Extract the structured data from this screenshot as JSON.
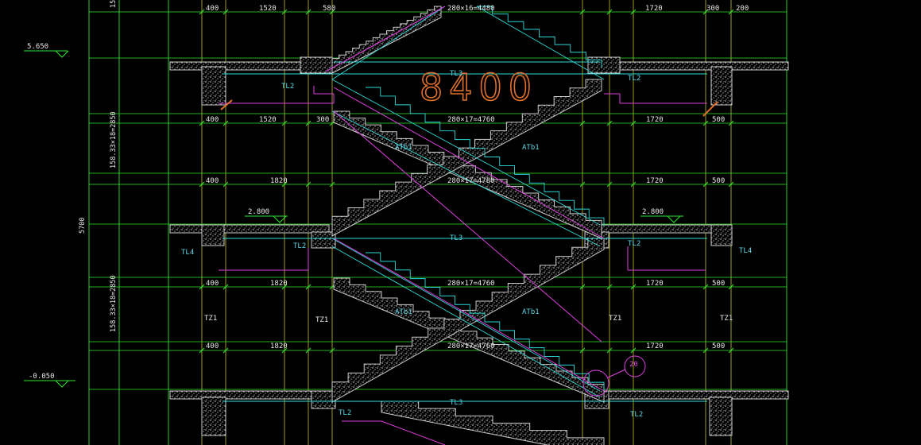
{
  "colors": {
    "background": "#000000",
    "dimension": "#2ee82e",
    "structure": "#cccccc",
    "axis": "#e6e62a",
    "reinforcement": "#e040e0",
    "beam": "#2ed8d8",
    "label": "#5ad7e6",
    "title": "#e0702a"
  },
  "drawing": {
    "title_number": "8400",
    "elevations": [
      {
        "id": "top",
        "value": "5.650"
      },
      {
        "id": "mid",
        "value": "2.800"
      },
      {
        "id": "mid_right",
        "value": "2.800"
      },
      {
        "id": "ground",
        "value": "-0.050"
      }
    ],
    "vertical_dims": {
      "total": "5700",
      "lower_flight": "158.33×18=2850",
      "upper_flight": "158.33×18=2850",
      "top_partial": "15"
    },
    "dim_rows": [
      {
        "id": "r0",
        "a": "400",
        "b": "1520",
        "c": "580",
        "d": "280×16=4480",
        "e": "1720",
        "f": "300",
        "g": "200"
      },
      {
        "id": "r1",
        "a": "400",
        "b": "1520",
        "c": "300",
        "d": "280×17=4760",
        "e": "1720",
        "f": "500"
      },
      {
        "id": "r2",
        "a": "400",
        "b": "1820",
        "d": "280×17=4760",
        "e": "1720",
        "f": "500"
      },
      {
        "id": "r3",
        "a": "400",
        "b": "1820",
        "d": "280×17=4760",
        "e": "1720",
        "f": "500"
      },
      {
        "id": "r4",
        "a": "400",
        "b": "1820",
        "d": "280×17=4760",
        "e": "1720",
        "f": "500"
      }
    ],
    "labels": {
      "tl3_top": "TL3",
      "tl2_top_left": "TL2",
      "tl2_top_right": "TL2",
      "atb1_upper_left": "ATb1",
      "atb1_upper_right": "ATb1",
      "tl3_mid": "TL3",
      "tl2_mid_left": "TL2",
      "tl2_mid_right": "TL2",
      "tl4_left": "TL4",
      "tl4_right": "TL4",
      "atb1_lower_left": "ATb1",
      "atb1_lower_right": "ATb1",
      "tz1_a": "TZ1",
      "tz1_b": "TZ1",
      "tz1_c": "TZ1",
      "tz1_d": "TZ1",
      "tl3_bottom": "TL3",
      "tl2_bottom_left": "TL2",
      "tl2_bottom_right": "TL2",
      "circle_tag": "20"
    }
  }
}
